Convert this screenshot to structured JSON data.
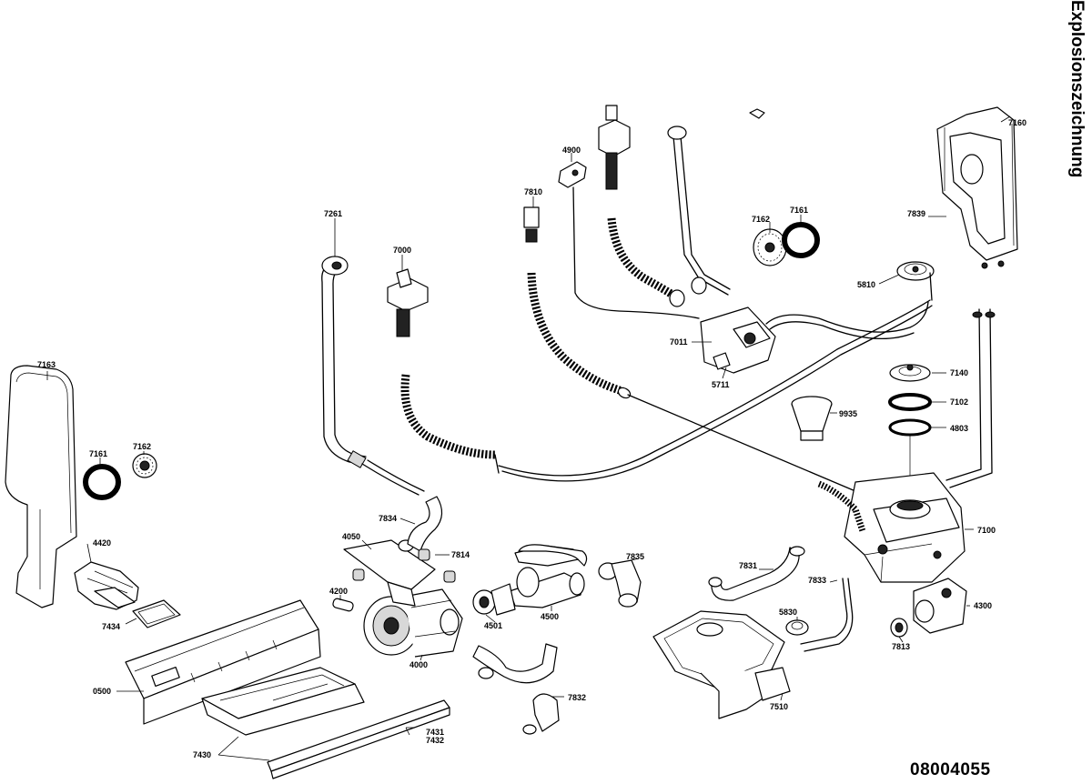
{
  "title": "Explosionszeichnung",
  "drawing_number": "08004055",
  "labels": {
    "p7163": "7163",
    "p7161a": "7161",
    "p7162a": "7162",
    "p4420": "4420",
    "p7434": "7434",
    "p0500": "0500",
    "p7430": "7430",
    "p7431": "7431",
    "p7432": "7432",
    "p7261": "7261",
    "p7000": "7000",
    "p7810": "7810",
    "p4900": "4900",
    "p7162b": "7162",
    "p7161b": "7161",
    "p7011": "7011",
    "p5711": "5711",
    "p7160": "7160",
    "p7839": "7839",
    "p5810": "5810",
    "p7140": "7140",
    "p7102": "7102",
    "p4803": "4803",
    "p9935": "9935",
    "p7100": "7100",
    "p7834": "7834",
    "p4050": "4050",
    "p7814": "7814",
    "p4200": "4200",
    "p4000": "4000",
    "p4501": "4501",
    "p4500": "4500",
    "p7835": "7835",
    "p7832": "7832",
    "p7831": "7831",
    "p7833": "7833",
    "p5830": "5830",
    "p7510": "7510",
    "p7813": "7813",
    "p4300": "4300"
  }
}
